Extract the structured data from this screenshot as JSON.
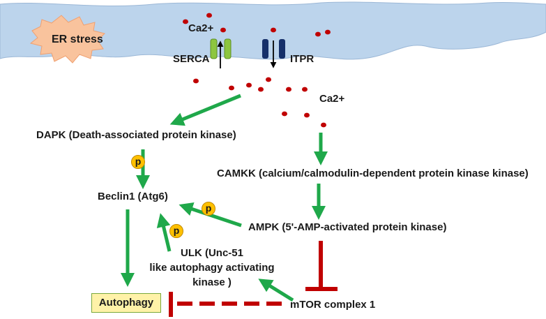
{
  "colors": {
    "er_membrane": "#bcd4ec",
    "starburst": "#f9c39d",
    "calcium": "#c00000",
    "activation_arrow": "#1fa84a",
    "inhibition": "#c00000",
    "phospho_badge": "#ffc000",
    "autophagy_box": "#fff2a8",
    "serca": "#8dc63f",
    "itpr": "#16306a"
  },
  "er_stress": {
    "label": "ER stress"
  },
  "ca_top": {
    "label": "Ca2+"
  },
  "ca_right": {
    "label": "Ca2+"
  },
  "serca": {
    "label": "SERCA",
    "icon": "pump-channel-icon"
  },
  "itpr": {
    "label": "ITPR",
    "icon": "receptor-channel-icon"
  },
  "dapk": {
    "label": "DAPK (Death-associated protein kinase)"
  },
  "camkk": {
    "label": "CAMKK (calcium/calmodulin-dependent protein kinase kinase)"
  },
  "beclin": {
    "label": "Beclin1 (Atg6)"
  },
  "ampk": {
    "label": "AMPK (5'-AMP-activated protein kinase)"
  },
  "ulk": {
    "line1": "ULK (Unc-51",
    "line2": "like autophagy  activating",
    "line3": "kinase )"
  },
  "mtor": {
    "label": "mTOR complex 1"
  },
  "autophagy": {
    "label": "Autophagy"
  },
  "phospho": {
    "label": "p"
  }
}
